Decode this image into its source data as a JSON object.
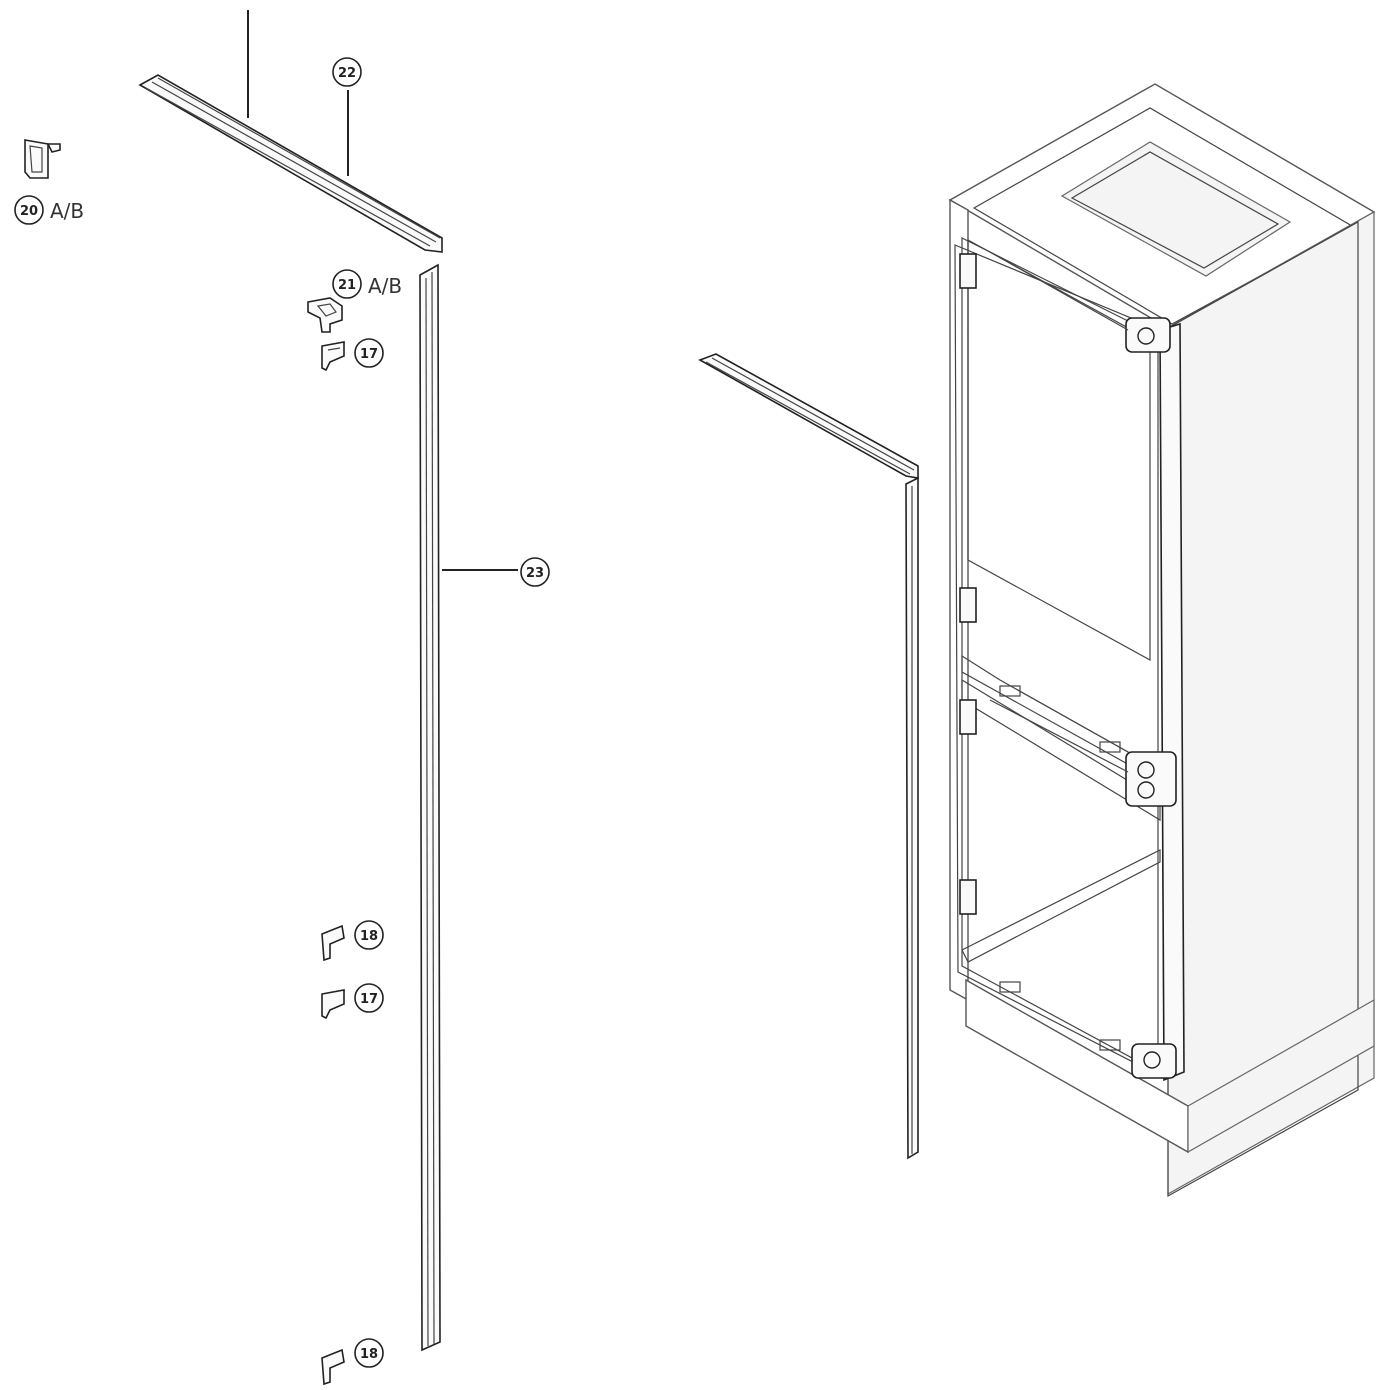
{
  "callouts": {
    "c22": {
      "num": "22",
      "suffix": ""
    },
    "c20": {
      "num": "20",
      "suffix": "A/B"
    },
    "c21": {
      "num": "21",
      "suffix": "A/B"
    },
    "c17a": {
      "num": "17",
      "suffix": ""
    },
    "c23": {
      "num": "23",
      "suffix": ""
    },
    "c18a": {
      "num": "18",
      "suffix": ""
    },
    "c17b": {
      "num": "17",
      "suffix": ""
    },
    "c18b": {
      "num": "18",
      "suffix": ""
    }
  },
  "colors": {
    "line": "#222222",
    "cabinet": "#555555",
    "background": "#ffffff"
  }
}
